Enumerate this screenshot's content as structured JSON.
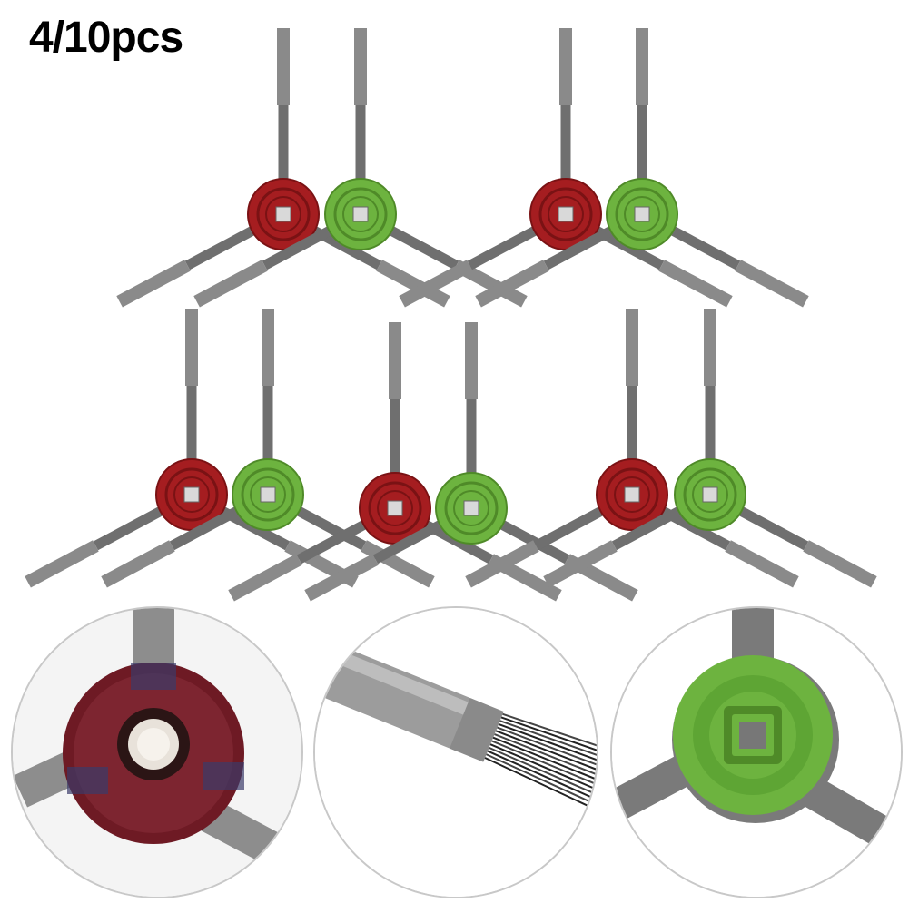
{
  "product": {
    "quantity_label": "4/10pcs"
  },
  "colors": {
    "background": "#ffffff",
    "arm_gray": "#6f6f6f",
    "bristle_gray": "#8a8a8a",
    "hub_red": "#a51d20",
    "hub_red_dark": "#7a1214",
    "hub_green": "#6db33f",
    "hub_green_dark": "#4f8a28",
    "detail_border": "#c8c8c8"
  },
  "brushes": {
    "red_count": 5,
    "green_count": 5
  },
  "detail_views": [
    {
      "subject": "red-hub-closeup"
    },
    {
      "subject": "bristle-closeup"
    },
    {
      "subject": "green-hub-closeup"
    }
  ]
}
